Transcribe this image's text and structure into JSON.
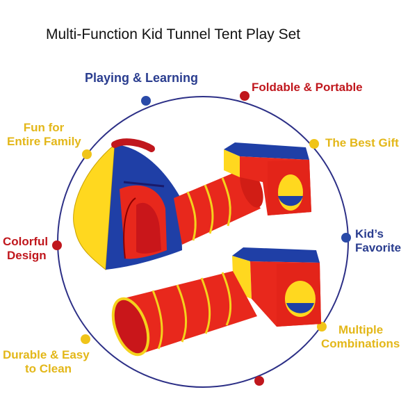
{
  "title": "Multi-Function Kid Tunnel Tent Play Set",
  "features": {
    "playing_learning": "Playing & Learning",
    "foldable_portable": "Foldable & Portable",
    "fun_family_1": "Fun for",
    "fun_family_2": "Entire Family",
    "best_gift": "The Best Gift",
    "colorful_1": "Colorful",
    "colorful_2": "Design",
    "kids_favorite_1": "Kid’s",
    "kids_favorite_2": "Favorite",
    "durable_1": "Durable & Easy",
    "durable_2": "to Clean",
    "multiple_1": "Multiple",
    "multiple_2": "Combinations"
  },
  "colors": {
    "blue": "#2a3d8f",
    "red": "#c0171d",
    "yellow": "#e3b719",
    "ring": "#2c2f86",
    "tent_red": "#e8281c",
    "tent_blue": "#1f3fa6",
    "tent_yellow": "#ffd81f"
  }
}
